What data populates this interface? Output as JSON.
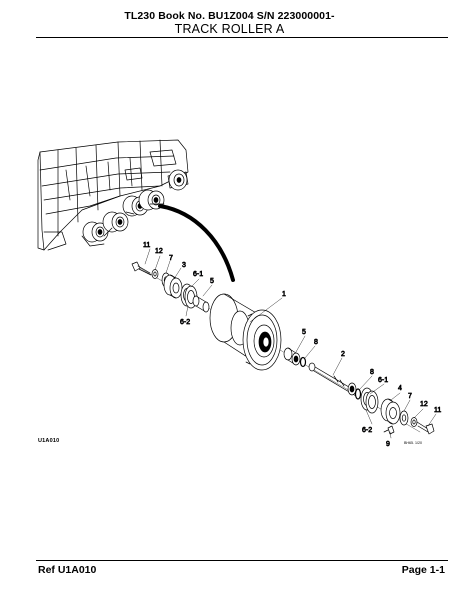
{
  "header": {
    "line1": "TL230  Book No. BU1Z004 S/N 223000001-",
    "title": "TRACK ROLLER A"
  },
  "figure": {
    "ref_code": "U1A010",
    "drawing_code": "BH65. 1/20",
    "callouts": {
      "c1": "1",
      "c2": "2",
      "c3": "3",
      "c4": "4",
      "c5a": "5",
      "c5b": "5",
      "c6_1a": "6-1",
      "c6_1b": "6-1",
      "c6_2a": "6-2",
      "c6_2b": "6-2",
      "c7a": "7",
      "c7b": "7",
      "c8a": "8",
      "c8b": "8",
      "c9": "9",
      "c11a": "11",
      "c11b": "11",
      "c12a": "12",
      "c12b": "12"
    },
    "callout_color": "#1b2fc7"
  },
  "footer": {
    "ref": "Ref   U1A010",
    "page": "Page   1-1"
  }
}
